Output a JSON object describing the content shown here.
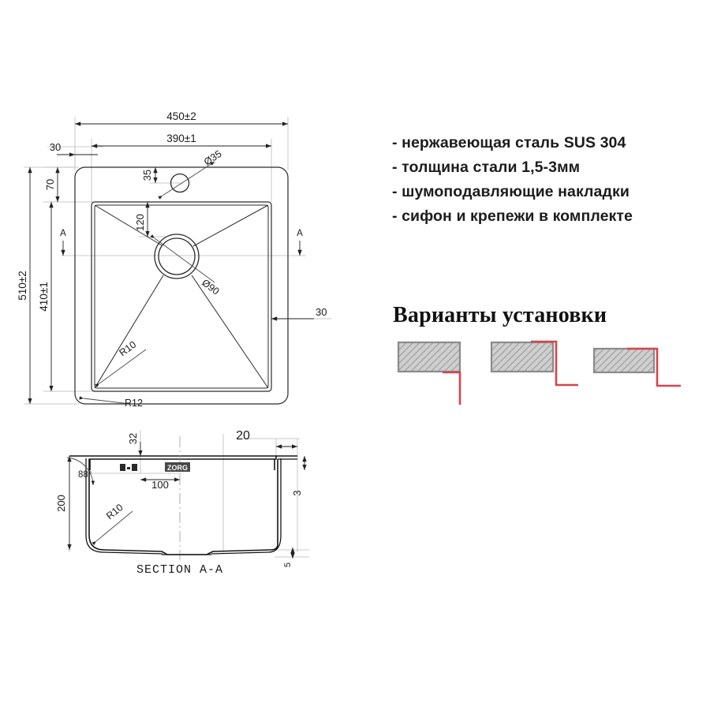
{
  "features": {
    "items": [
      "- нержавеющая сталь SUS 304",
      "- толщина стали 1,5-3мм",
      "- шумоподавляющие накладки",
      "- сифон и крепежи в комплекте"
    ]
  },
  "install": {
    "title": "Варианты установки",
    "accent_color": "#d64550",
    "block_fill": "#c9c9c9",
    "block_stroke": "#8a8a8a",
    "variants": [
      {
        "name": "flush-mount",
        "label": ""
      },
      {
        "name": "top-mount",
        "label": ""
      },
      {
        "name": "under-mount",
        "label": ""
      }
    ]
  },
  "plan": {
    "dim_width_outer": "450±2",
    "dim_width_inner": "390±1",
    "dim_left_edge": "30",
    "dim_right_edge": "30",
    "dim_top_edge": "70",
    "dim_faucet_offset": "35",
    "dim_faucet_hole": "Ø35",
    "dim_height_outer": "510±2",
    "dim_height_inner": "410±1",
    "dim_drain_offset": "120",
    "dim_drain_hole": "Ø90",
    "radius_inner": "R10",
    "radius_outer": "R12",
    "section_marker_left": "A",
    "section_marker_right": "A"
  },
  "section": {
    "title": "SECTION A-A",
    "dim_rim_left": "32",
    "dim_rim_right": "20",
    "dim_depth": "200",
    "dim_angle": "88°",
    "dim_pad": "100",
    "dim_rim_thickness": "3",
    "dim_base_thickness": "5",
    "radius_corner": "R10",
    "watermark": "ZORG"
  },
  "colors": {
    "line": "#222222",
    "thin_line": "#555555",
    "light_line": "#bbbbbb",
    "text": "#1a1a1a",
    "background": "#ffffff"
  }
}
